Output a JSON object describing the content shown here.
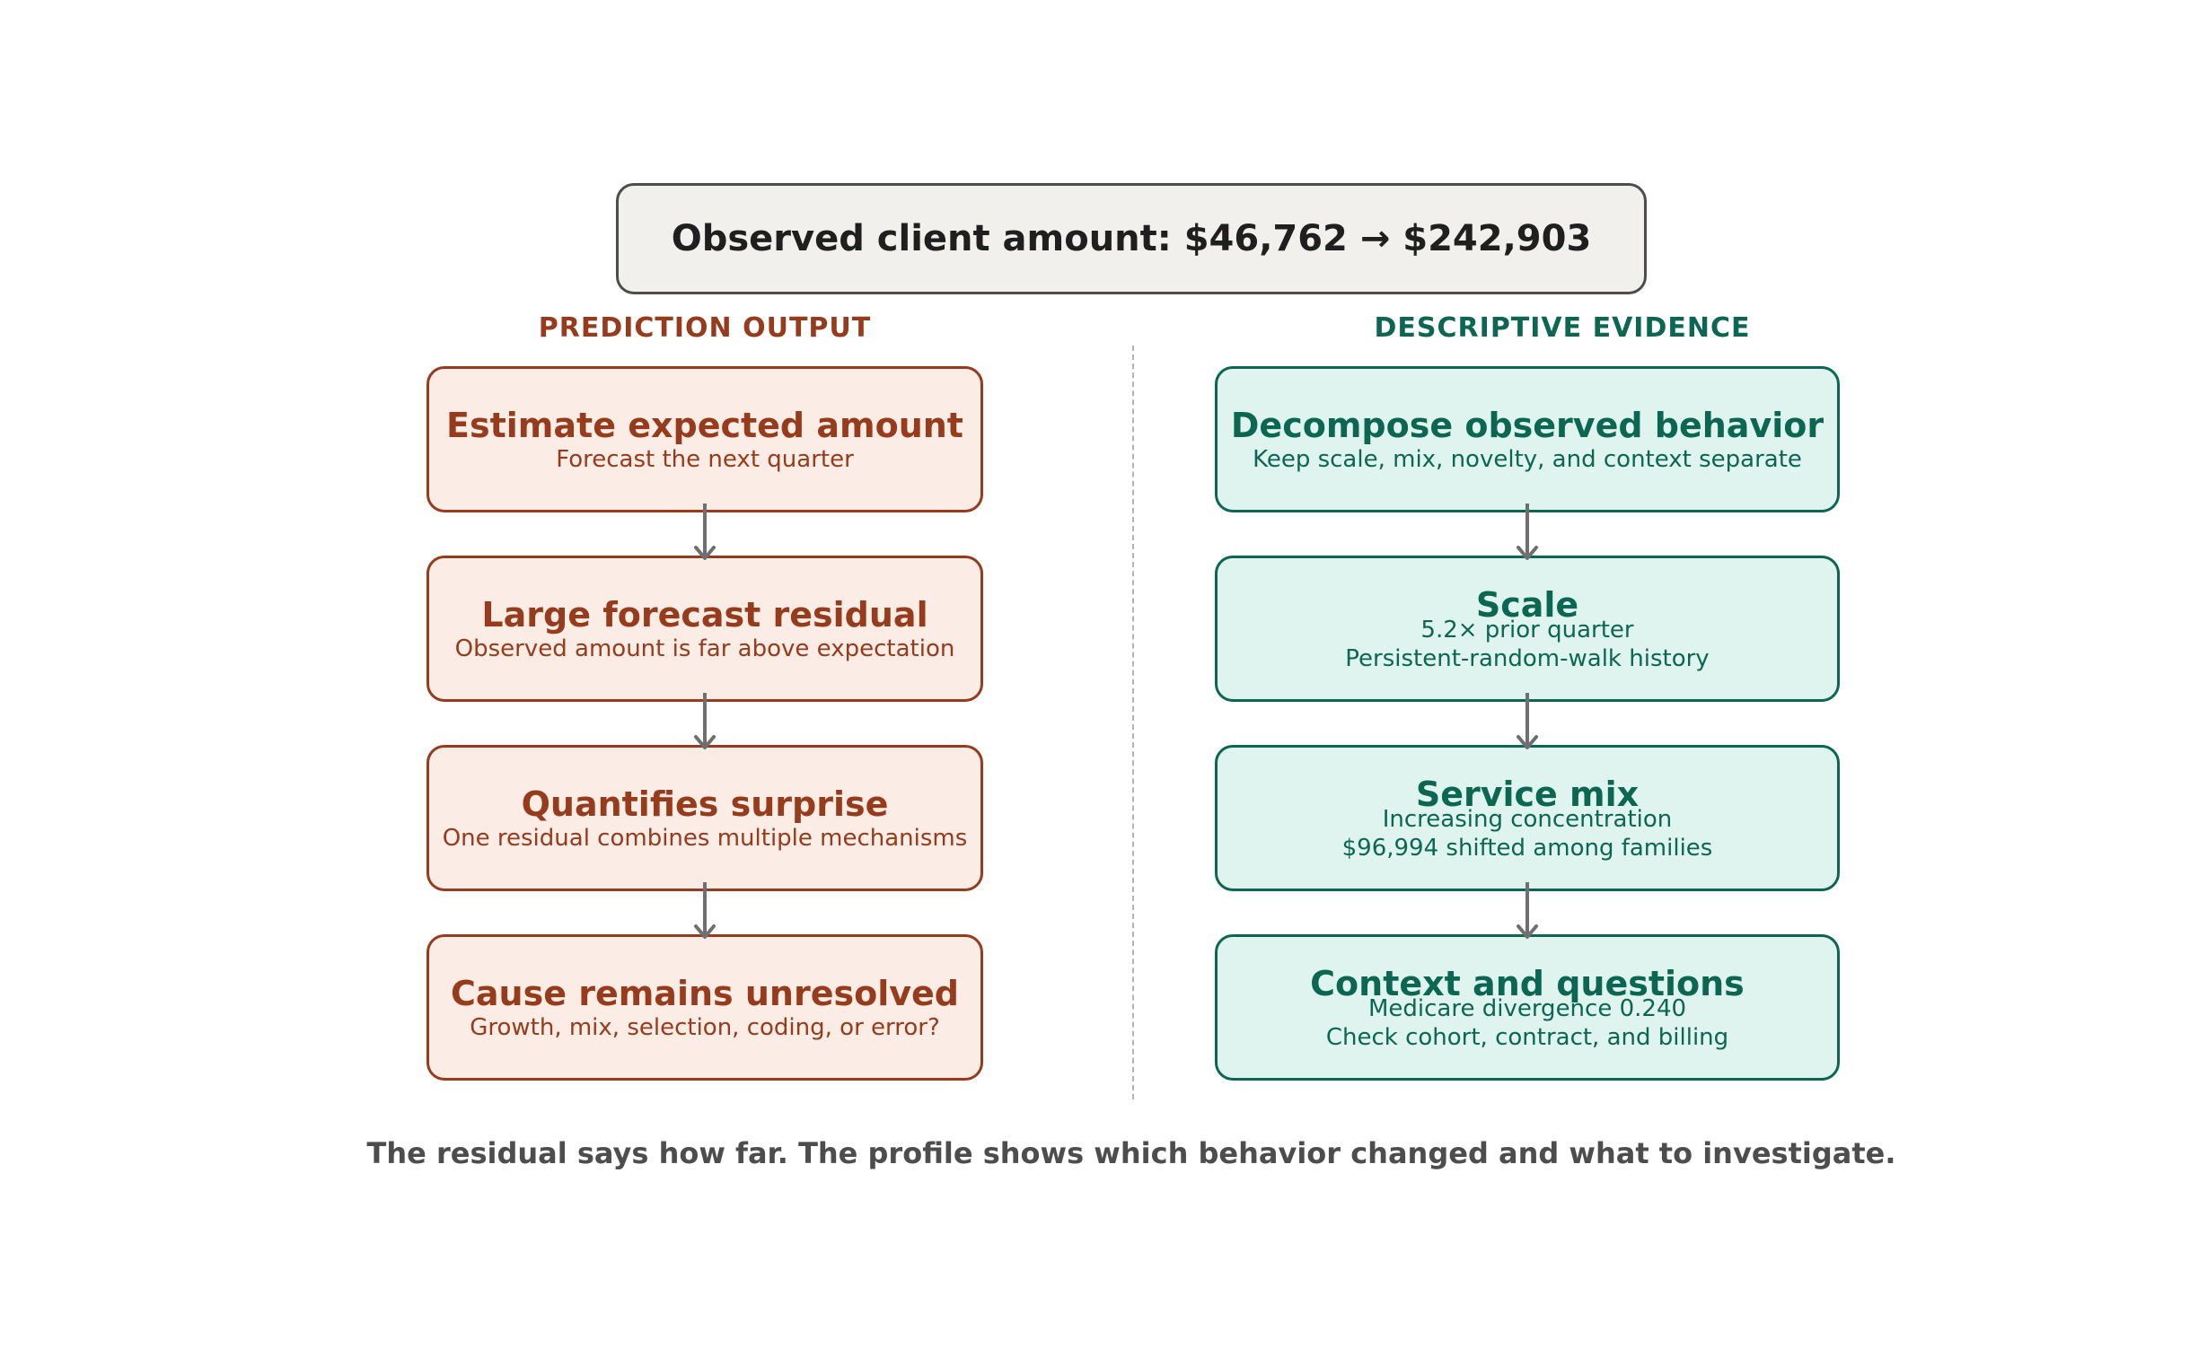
{
  "header": {
    "title": "Observed client amount: $46,762 → $242,903"
  },
  "columns": {
    "left": {
      "heading": "PREDICTION OUTPUT"
    },
    "right": {
      "heading": "DESCRIPTIVE EVIDENCE"
    }
  },
  "prediction": [
    {
      "title": "Estimate expected amount",
      "sub1": "Forecast the next quarter"
    },
    {
      "title": "Large forecast residual",
      "sub1": "Observed amount is far above expectation"
    },
    {
      "title": "Quantifies surprise",
      "sub1": "One residual combines multiple mechanisms"
    },
    {
      "title": "Cause remains unresolved",
      "sub1": "Growth, mix, selection, coding, or error?"
    }
  ],
  "evidence": [
    {
      "title": "Decompose observed behavior",
      "sub1": "Keep scale, mix, novelty, and context separate"
    },
    {
      "title": "Scale",
      "sub1": "5.2× prior quarter",
      "sub2": "Persistent-random-walk history"
    },
    {
      "title": "Service mix",
      "sub1": "Increasing concentration",
      "sub2": "$96,994 shifted among families"
    },
    {
      "title": "Context and questions",
      "sub1": "Medicare divergence 0.240",
      "sub2": "Check cohort, contract, and billing"
    }
  ],
  "caption": "The residual says how far. The profile shows which behavior changed and what to investigate.",
  "colors": {
    "prediction_border": "#963b1b",
    "prediction_fill": "#fbece5",
    "evidence_border": "#0b6652",
    "evidence_fill": "#e0f4ef",
    "header_fill": "#f1f0ec",
    "arrow": "#6f6f6f"
  }
}
